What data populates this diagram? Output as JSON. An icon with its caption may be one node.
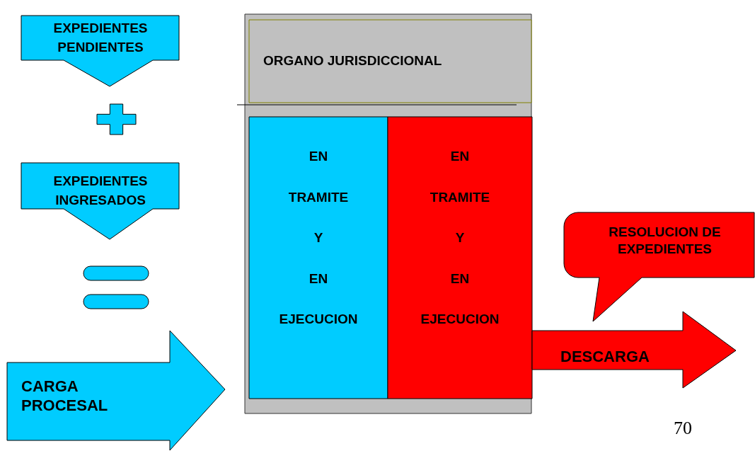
{
  "diagram": {
    "nodes": [
      {
        "text": [
          "EXPEDIENTES PENDIENTES"
        ]
      },
      {
        "text": [],
        "shape": "plus"
      },
      {
        "text": [
          "EXPEDIENTES INGRESADOS"
        ]
      },
      {
        "text": [],
        "shape": "equals"
      },
      {
        "text": [
          "CARGA PROCESAL"
        ]
      },
      {
        "text": [],
        "shape": "box"
      },
      {
        "text": [
          "ORGANO JURISDICCIONAL"
        ],
        "in": 5
      },
      {
        "text": [
          "EN TRAMITE Y EN EJECUCION"
        ],
        "in": 5
      },
      {
        "text": [
          "EN TRAMITE Y EN EJECUCION"
        ],
        "in": 5
      },
      {
        "text": [
          "DESCARGA"
        ]
      },
      {
        "text": [
          "RESOLUCION DE EXPEDIENTES"
        ]
      }
    ],
    "labels": [
      "70"
    ]
  }
}
